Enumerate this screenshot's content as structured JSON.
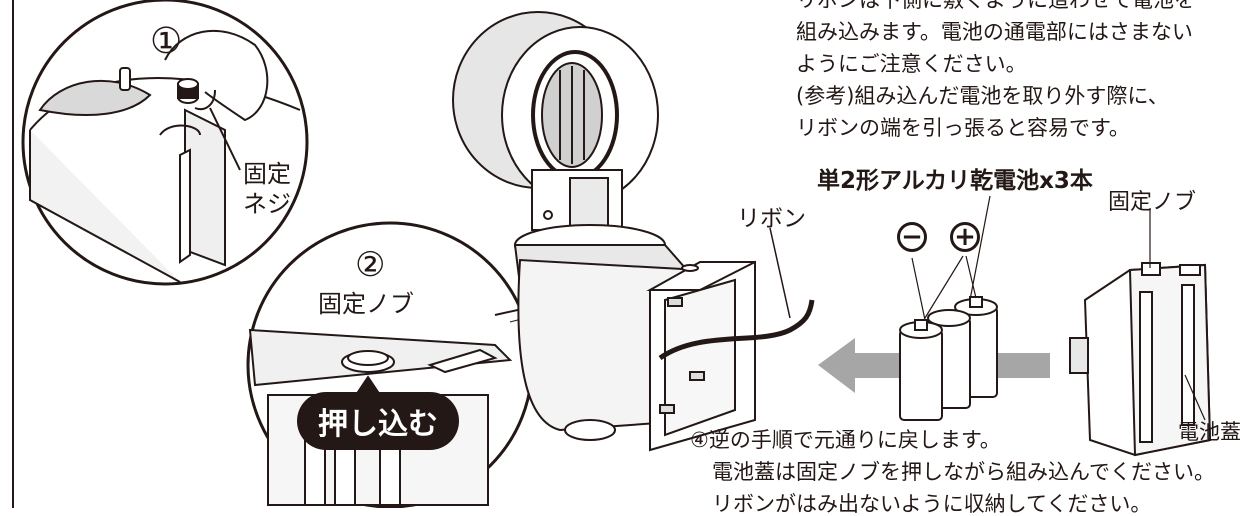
{
  "instructions_top": [
    "リボンは下側に敷くように這わせて電池を",
    "組み込みます。電池の通電部にはさまない",
    "ようにご注意ください。",
    "(参考)組み込んだ電池を取り外す際に、",
    "リボンの端を引っ張ると容易です。"
  ],
  "step1": {
    "number": "①",
    "label_line1": "固定",
    "label_line2": "ネジ"
  },
  "step2": {
    "number": "②",
    "label": "固定ノブ",
    "push_label": "押し込む"
  },
  "battery_label": "単2形アルカリ乾電池x3本",
  "minus_symbol": "−",
  "plus_symbol": "+",
  "ribbon_label": "リボン",
  "knob_label": "固定ノブ",
  "cover_label": "電池蓋",
  "step4": [
    "④逆の手順で元通りに戻します。",
    "電池蓋は固定ノブを押しながら組み込んでください。",
    "リボンがはみ出ないように収納してください。"
  ]
}
